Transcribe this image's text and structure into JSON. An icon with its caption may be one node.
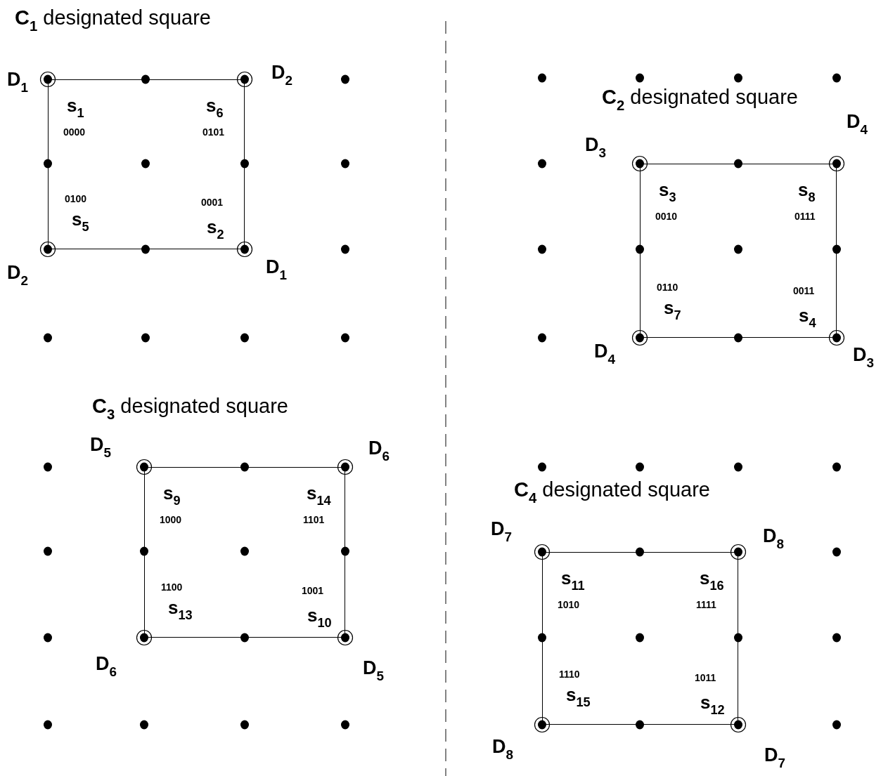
{
  "diagram": {
    "nodes": [
      {
        "text": [
          "**C**$_{1}$ designated square"
        ]
      },
      {
        "text": [
          "**C**$_{2}$ designated square"
        ]
      },
      {
        "text": [
          "**C**$_{3}$ designated square"
        ]
      },
      {
        "text": [
          "**C**$_{4}$ designated square"
        ]
      }
    ],
    "edges": [],
    "labels": [
      "D$_{1}$",
      "D$_{2}$",
      "s$_{1}$",
      "0000",
      "s$_{6}$",
      "0101",
      "0100",
      "s$_{5}$",
      "0001",
      "s$_{2}$",
      "D$_{2}$",
      "D$_{1}$",
      "D$_{3}$",
      "D$_{4}$",
      "s$_{3}$",
      "0010",
      "s$_{8}$",
      "0111",
      "0110",
      "s$_{7}$",
      "0011",
      "s$_{4}$",
      "D$_{4}$",
      "D$_{3}$",
      "D$_{5}$",
      "D$_{6}$",
      "s$_{9}$",
      "1000",
      "s$_{14}$",
      "1101",
      "1100",
      "s$_{13}$",
      "1001",
      "s$_{10}$",
      "D$_{6}$",
      "D$_{5}$",
      "D$_{7}$",
      "D$_{8}$",
      "s$_{11}$",
      "1010",
      "s$_{16}$",
      "1111",
      "1110",
      "s$_{15}$",
      "1011",
      "s$_{12}$",
      "D$_{8}$",
      "D$_{7}$"
    ]
  }
}
